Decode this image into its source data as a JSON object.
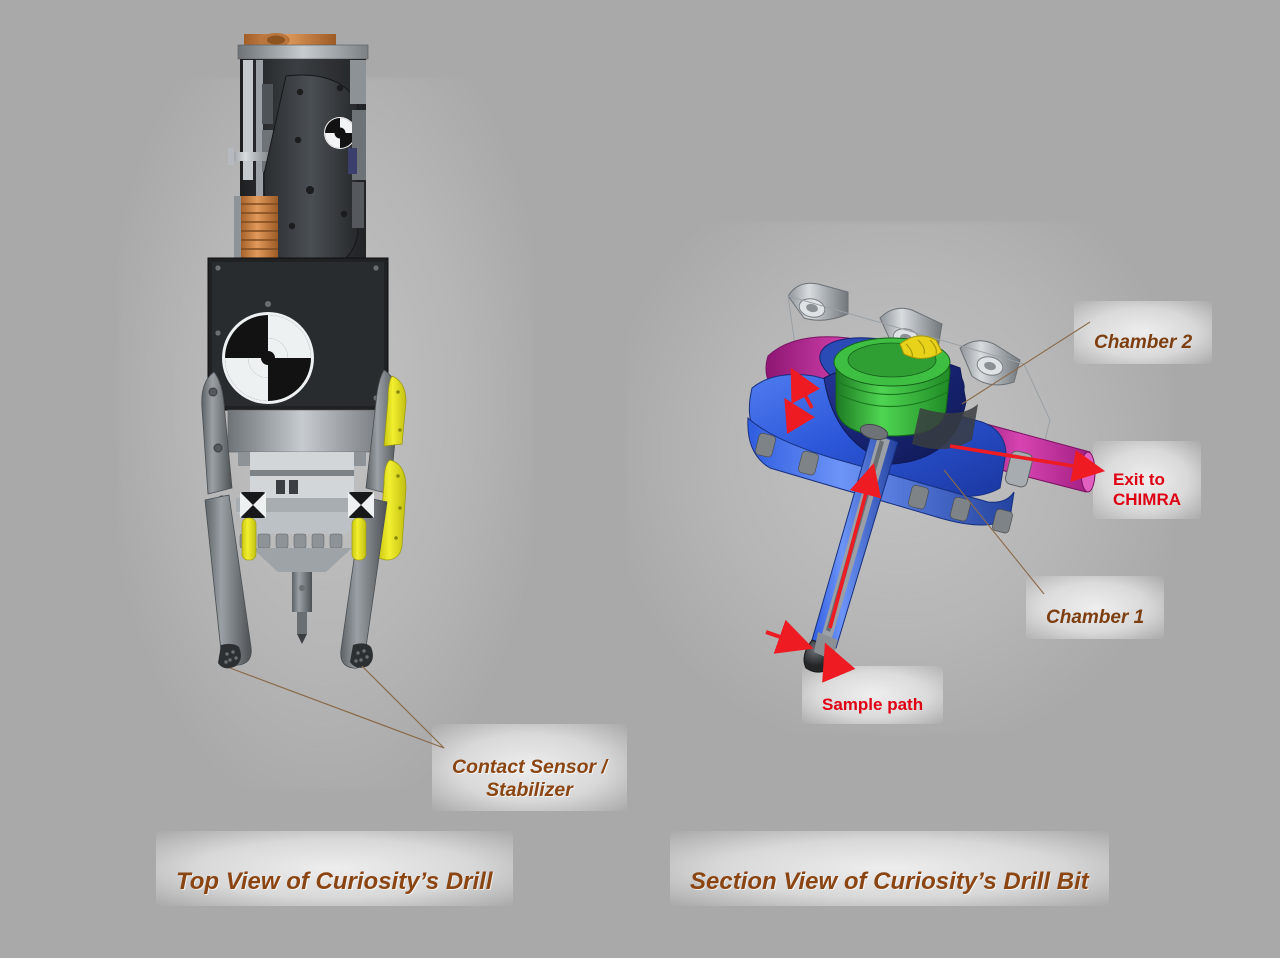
{
  "page": {
    "background_color": "#a9a9a9",
    "accent_brown": "#8a4513",
    "accent_red": "#e00014"
  },
  "panels": {
    "left": {
      "title": "Top View of Curiosity’s Drill",
      "callouts": [
        {
          "id": "contact-sensor",
          "text": "Contact Sensor /\nStabilizer",
          "color": "#8a4513",
          "style": "brown-italic-bold"
        }
      ]
    },
    "right": {
      "title": "Section View of Curiosity’s Drill Bit",
      "callouts": [
        {
          "id": "chamber-2",
          "text": "Chamber 2",
          "color": "#7d3f12",
          "style": "brown-italic"
        },
        {
          "id": "chamber-1",
          "text": "Chamber 1",
          "color": "#7d3f12",
          "style": "brown-italic"
        },
        {
          "id": "exit-to-chimra",
          "text": "Exit to\nCHIMRA",
          "color": "#e00014",
          "style": "red-bold"
        },
        {
          "id": "sample-path",
          "text": "Sample path",
          "color": "#e00014",
          "style": "red-bold"
        }
      ]
    }
  },
  "illustration_colors": {
    "body_blue": "#2b56d8",
    "chamber_magenta": "#c0259a",
    "ring_green": "#2faa32",
    "cone_navy": "#1b2f8f",
    "spring_yellow": "#e8d21a",
    "bracket_gray": "#b9bdc2",
    "housing_black": "#2b2b2b",
    "stabilizer_yellow": "#e8e320",
    "copper": "#c87a38",
    "flow_arrow_red": "#ee1b22"
  }
}
